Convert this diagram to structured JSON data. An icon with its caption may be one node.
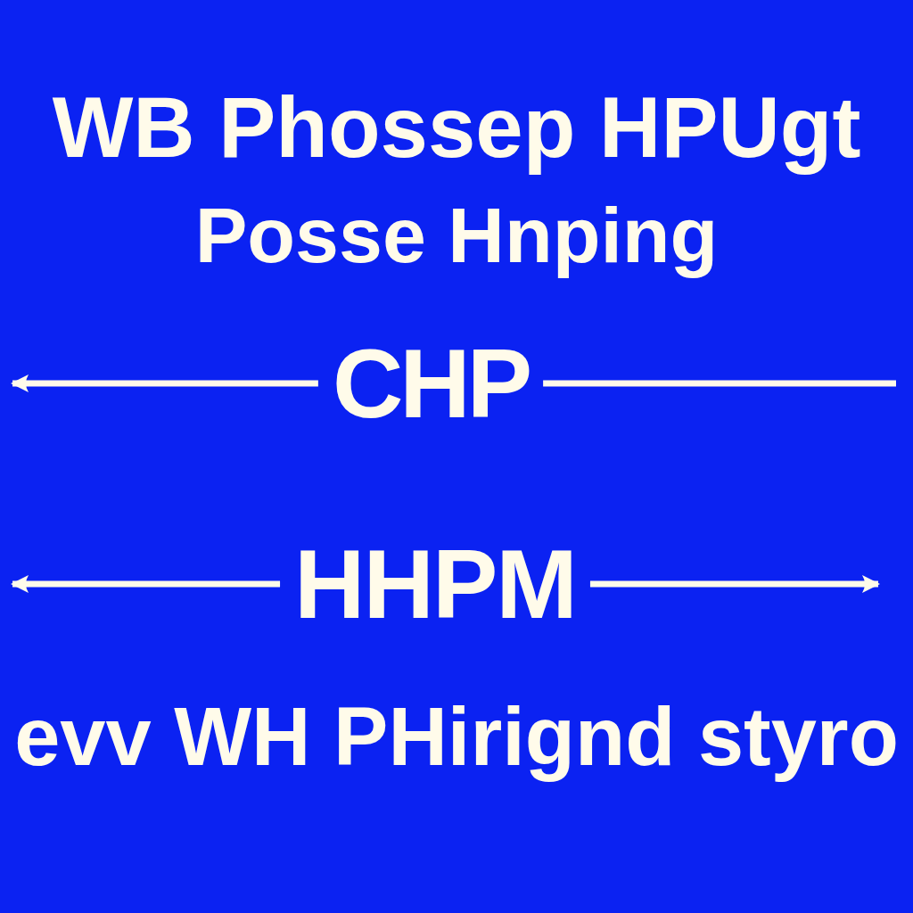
{
  "diagram": {
    "nodes": [
      {
        "text": [
          "CHP"
        ]
      },
      {
        "text": [
          "HHPM"
        ]
      }
    ],
    "edges": [
      {
        "from": 0,
        "to": null,
        "arrow": "to"
      },
      {
        "from": 0,
        "to": null,
        "arrow": "none"
      },
      {
        "from": 1,
        "to": null,
        "arrow": "to"
      },
      {
        "from": 1,
        "to": null,
        "arrow": "to"
      }
    ],
    "labels": [
      "WB Phossep HPUgt",
      "Posse Hnping",
      "evv WH PHirignd styro"
    ]
  }
}
